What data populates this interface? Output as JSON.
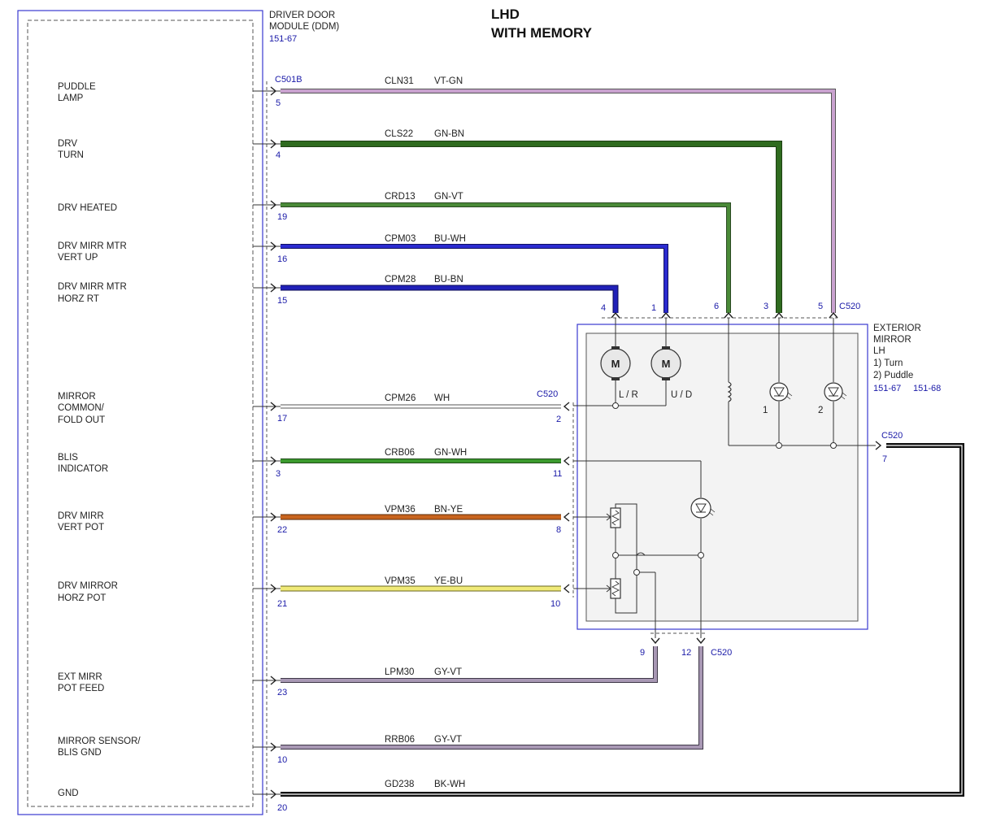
{
  "title": {
    "line1": "LHD",
    "line2": "WITH MEMORY"
  },
  "ddm": {
    "line1": "DRIVER DOOR",
    "line2": "MODULE (DDM)",
    "ref": "151-67"
  },
  "mirror": {
    "line1": "EXTERIOR",
    "line2": "MIRROR",
    "line3": "LH",
    "line4": "1) Turn",
    "line5": "2) Puddle",
    "ref1": "151-67",
    "ref2": "151-68"
  },
  "connectors": {
    "c501b": "C501B",
    "c520_top": "C520",
    "c520_left": "C520",
    "c520_right": "C520",
    "c520_bottom": "C520"
  },
  "pins_left": {
    "puddle": "5",
    "turn": "4",
    "heated": "19",
    "vert_up": "16",
    "horz_rt": "15",
    "common": "17",
    "blis": "3",
    "vert_pot": "22",
    "horz_pot": "21",
    "pot_feed": "23",
    "sensor_gnd": "10",
    "gnd": "20"
  },
  "pins_top": {
    "p4": "4",
    "p1": "1",
    "p6": "6",
    "p3": "3",
    "p5": "5"
  },
  "pins_c520_left": {
    "p2": "2",
    "p11": "11",
    "p8": "8",
    "p10": "10"
  },
  "pins_bottom": {
    "p9": "9",
    "p12": "12"
  },
  "pin_right": {
    "p7": "7"
  },
  "functions": {
    "puddle_1": "PUDDLE",
    "puddle_2": "LAMP",
    "turn_1": "DRV",
    "turn_2": "TURN",
    "heated": "DRV HEATED",
    "vert_up_1": "DRV MIRR MTR",
    "vert_up_2": "VERT UP",
    "horz_rt_1": "DRV MIRR MTR",
    "horz_rt_2": "HORZ RT",
    "common_1": "MIRROR",
    "common_2": "COMMON/",
    "common_3": "FOLD OUT",
    "blis_1": "BLIS",
    "blis_2": "INDICATOR",
    "vert_pot_1": "DRV MIRR",
    "vert_pot_2": "VERT POT",
    "horz_pot_1": "DRV MIRROR",
    "horz_pot_2": "HORZ POT",
    "pot_feed_1": "EXT MIRR",
    "pot_feed_2": "POT FEED",
    "sensor_gnd_1": "MIRROR SENSOR/",
    "sensor_gnd_2": "BLIS GND",
    "gnd": "GND"
  },
  "wires": [
    {
      "circuit": "CLN31",
      "color_code": "VT-GN",
      "color": "#c9a2cf"
    },
    {
      "circuit": "CLS22",
      "color_code": "GN-BN",
      "color": "#2f6b1f"
    },
    {
      "circuit": "CRD13",
      "color_code": "GN-VT",
      "color": "#3a7d2a"
    },
    {
      "circuit": "CPM03",
      "color_code": "BU-WH",
      "color": "#1c1cb0"
    },
    {
      "circuit": "CPM28",
      "color_code": "BU-BN",
      "color": "#1c1c9c"
    },
    {
      "circuit": "CPM26",
      "color_code": "WH",
      "color": "#ffffff"
    },
    {
      "circuit": "CRB06",
      "color_code": "GN-WH",
      "color": "#3b9a2e"
    },
    {
      "circuit": "VPM36",
      "color_code": "BN-YE",
      "color": "#b4581a"
    },
    {
      "circuit": "VPM35",
      "color_code": "YE-BU",
      "color": "#e8e070"
    },
    {
      "circuit": "LPM30",
      "color_code": "GY-VT",
      "color": "#9a8aa6"
    },
    {
      "circuit": "RRB06",
      "color_code": "GY-VT",
      "color": "#9a8aa6"
    },
    {
      "circuit": "GD238",
      "color_code": "BK-WH",
      "color": "#111111"
    }
  ],
  "motor": {
    "symbol": "M",
    "lr": "L / R",
    "ud": "U / D"
  },
  "lamps": {
    "l1": "1",
    "l2": "2"
  }
}
